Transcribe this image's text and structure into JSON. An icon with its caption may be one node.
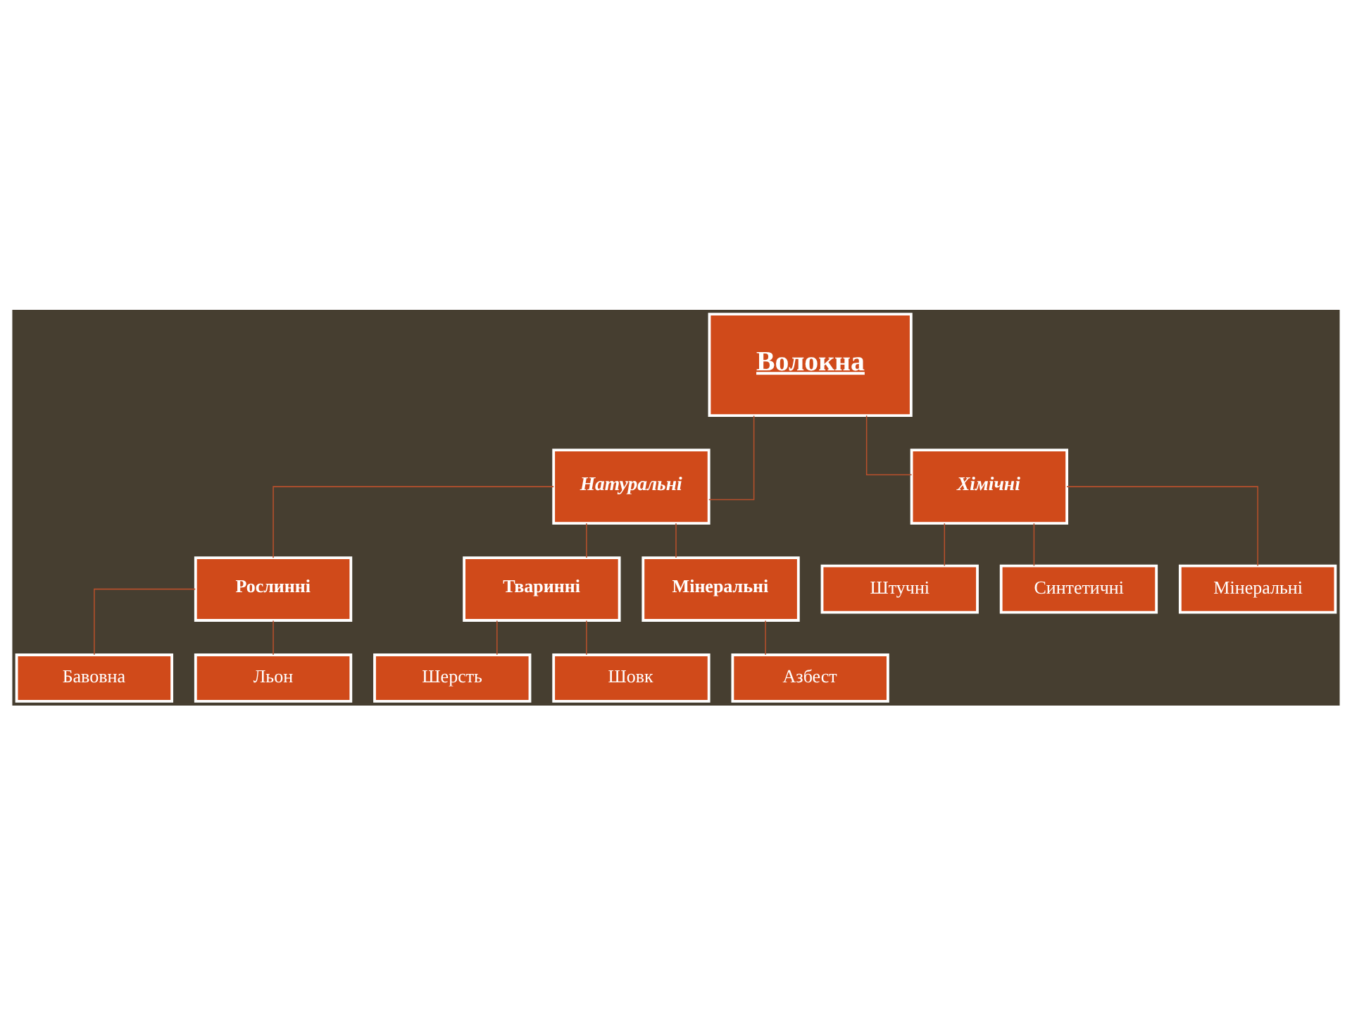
{
  "diagram": {
    "nodes": [
      {
        "text": [
          "Волокна"
        ]
      },
      {
        "text": [
          "Натуральні"
        ]
      },
      {
        "text": [
          "Хімічні"
        ]
      },
      {
        "text": [
          "Рослинні"
        ]
      },
      {
        "text": [
          "Тваринні"
        ]
      },
      {
        "text": [
          "Мінеральні"
        ]
      },
      {
        "text": [
          "Бавовна"
        ]
      },
      {
        "text": [
          "Льон"
        ]
      },
      {
        "text": [
          "Шерсть"
        ]
      },
      {
        "text": [
          "Шовк"
        ]
      },
      {
        "text": [
          "Азбест"
        ]
      },
      {
        "text": [
          "Штучні"
        ]
      },
      {
        "text": [
          "Синтетичні"
        ]
      },
      {
        "text": [
          "Мінеральні"
        ]
      }
    ],
    "edges": [
      {
        "from": 0,
        "to": 1,
        "arrow": "none"
      },
      {
        "from": 0,
        "to": 2,
        "arrow": "none"
      },
      {
        "from": 1,
        "to": 3,
        "arrow": "none"
      },
      {
        "from": 1,
        "to": 4,
        "arrow": "none"
      },
      {
        "from": 1,
        "to": 5,
        "arrow": "none"
      },
      {
        "from": 3,
        "to": 6,
        "arrow": "none"
      },
      {
        "from": 3,
        "to": 7,
        "arrow": "none"
      },
      {
        "from": 4,
        "to": 8,
        "arrow": "none"
      },
      {
        "from": 4,
        "to": 9,
        "arrow": "none"
      },
      {
        "from": 5,
        "to": 10,
        "arrow": "none"
      },
      {
        "from": 2,
        "to": 11,
        "arrow": "none"
      },
      {
        "from": 2,
        "to": 12,
        "arrow": "none"
      },
      {
        "from": 2,
        "to": 13,
        "arrow": "none"
      }
    ]
  }
}
